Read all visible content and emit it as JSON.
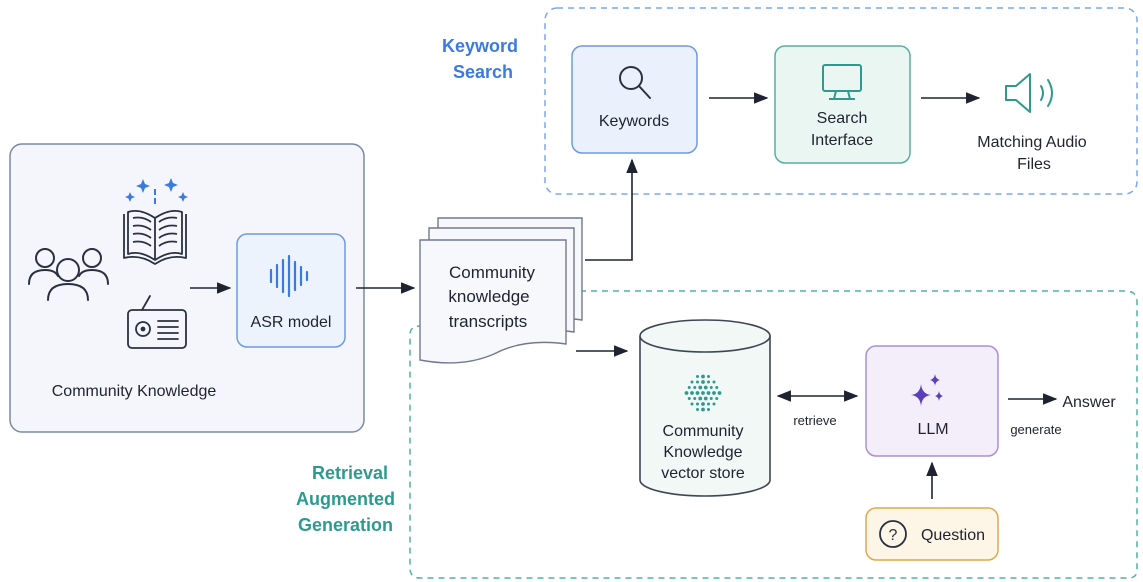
{
  "sections": {
    "keyword_search": {
      "line1": "Keyword",
      "line2": "Search",
      "color": "#3b7be0"
    },
    "rag": {
      "line1": "Retrieval",
      "line2": "Augmented",
      "line3": "Generation",
      "color": "#2e9a8e"
    }
  },
  "community_knowledge": {
    "label": "Community Knowledge",
    "icons": [
      "people-icon",
      "book-icon",
      "radio-icon"
    ]
  },
  "asr_model": {
    "label": "ASR model",
    "icon": "waveform-icon"
  },
  "transcripts": {
    "line1": "Community",
    "line2": "knowledge",
    "line3": "transcripts"
  },
  "keywords": {
    "label": "Keywords",
    "icon": "search-icon"
  },
  "search_interface": {
    "line1": "Search",
    "line2": "Interface",
    "icon": "monitor-icon"
  },
  "matching_audio": {
    "line1": "Matching Audio",
    "line2": "Files",
    "icon": "speaker-icon"
  },
  "vector_store": {
    "line1": "Community",
    "line2": "Knowledge",
    "line3": "vector store",
    "icon": "dots-cluster-icon"
  },
  "llm": {
    "label": "LLM",
    "icon": "sparkle-icon"
  },
  "question": {
    "label": "Question",
    "icon": "question-icon"
  },
  "answer": {
    "label": "Answer"
  },
  "edges": {
    "retrieve": "retrieve",
    "generate": "generate"
  },
  "colors": {
    "blue_accent": "#3b7be0",
    "teal_accent": "#2e9a8e",
    "arrow": "#1f2330",
    "community_bg": "#f4f6fb",
    "asr_bg": "#edf3fd",
    "keywords_bg": "#eaf1fd",
    "search_bg": "#eaf6f2",
    "llm_bg": "#f4eefb",
    "question_bg": "#fdf5e6"
  }
}
